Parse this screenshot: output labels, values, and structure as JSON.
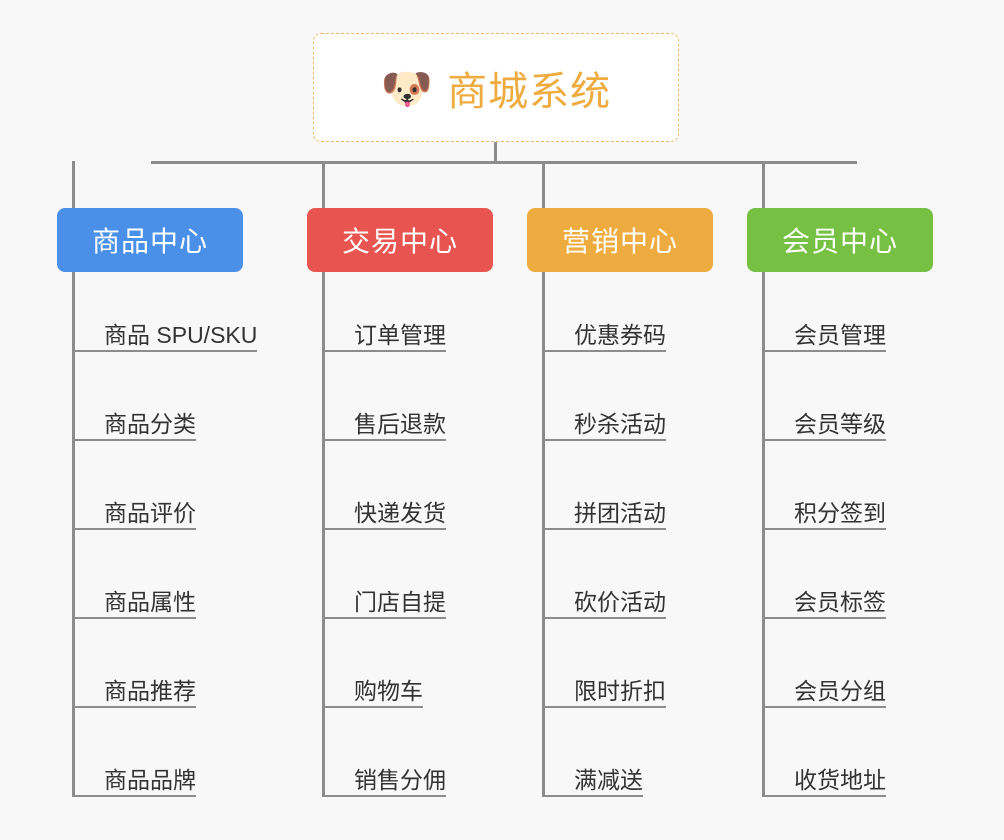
{
  "background_color": "#f8f8f8",
  "root": {
    "icon": "dog-face-emoji",
    "icon_glyph": "🐶",
    "title": "商城系统",
    "title_color": "#eeab40",
    "border_color": "#f0b860",
    "background_color": "#ffffff"
  },
  "connector_color": "#8c8c8c",
  "columns": [
    {
      "id": "product-center",
      "label": "商品中心",
      "color": "#4a90e8",
      "items": [
        "商品 SPU/SKU",
        "商品分类",
        "商品评价",
        "商品属性",
        "商品推荐",
        "商品品牌"
      ]
    },
    {
      "id": "trade-center",
      "label": "交易中心",
      "color": "#e8544f",
      "items": [
        "订单管理",
        "售后退款",
        "快递发货",
        "门店自提",
        "购物车",
        "销售分佣"
      ]
    },
    {
      "id": "marketing-center",
      "label": "营销中心",
      "color": "#eeab40",
      "items": [
        "优惠券码",
        "秒杀活动",
        "拼团活动",
        "砍价活动",
        "限时折扣",
        "满减送"
      ]
    },
    {
      "id": "member-center",
      "label": "会员中心",
      "color": "#76c043",
      "items": [
        "会员管理",
        "会员等级",
        "积分签到",
        "会员标签",
        "会员分组",
        "收货地址"
      ]
    }
  ]
}
